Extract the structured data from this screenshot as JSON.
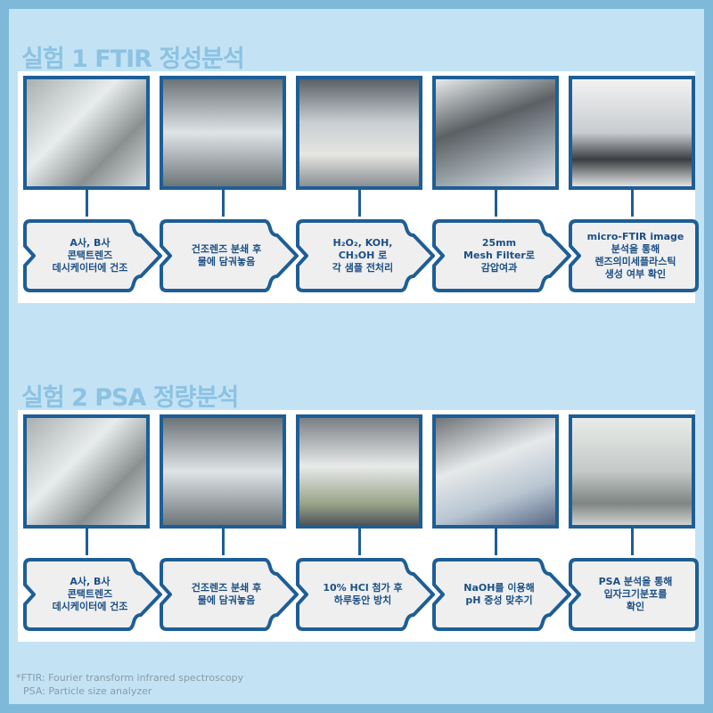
{
  "experiments": [
    {
      "title": "실험 1 FTIR 정성분석",
      "steps": [
        "A사, B사\n콘택트렌즈\n데시케이터에 건조",
        "건조렌즈 분쇄 후\n물에 담궈놓음",
        "H₂O₂, KOH,\nCH₃OH 로\n각 샘플 전처리",
        "25mm\nMesh Filter로\n감압여과",
        "micro-FTIR image\n분석을 통해\n렌즈의미세플라스틱\n생성 여부 확인"
      ]
    },
    {
      "title": "실험 2 PSA 정량분석",
      "steps": [
        "A사, B사\n콘택트렌즈\n데시케이터에 건조",
        "건조렌즈 분쇄 후\n물에 담궈놓음",
        "10% HCl 첨가 후\n하루동안 방치",
        "NaOH를 이용해\npH 중성 맞추기",
        "PSA 분석을 통해\n입자크기분포를\n확인"
      ]
    }
  ],
  "footnotes": [
    "*FTIR: Fourier transform infrared spectroscopy",
    "PSA: Particle size analyzer"
  ]
}
